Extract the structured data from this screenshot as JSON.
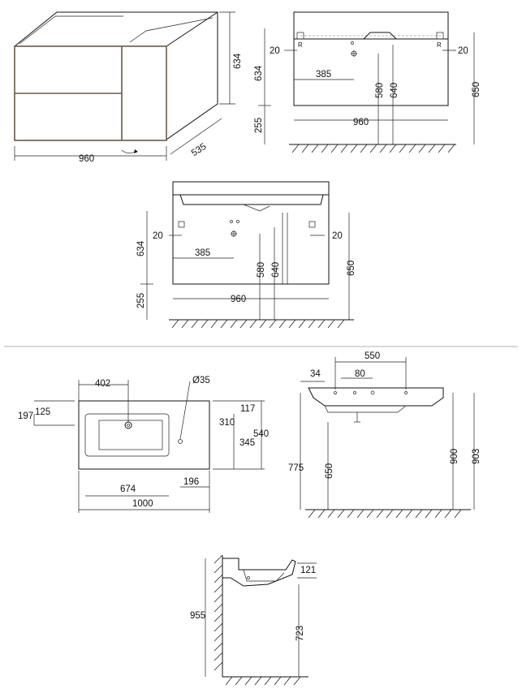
{
  "cabinet_iso": {
    "width": "960",
    "depth": "535",
    "height": "634"
  },
  "front_view": {
    "dims": {
      "left_offset": "20",
      "right_offset": "20",
      "pipe_offset": "385",
      "height_580": "580",
      "height_640": "640",
      "height_634": "634",
      "height_255": "255",
      "width": "960",
      "overall": "650"
    }
  },
  "front_view_basin": {
    "dims": {
      "left_offset": "20",
      "right_offset": "20",
      "pipe_offset": "385",
      "height_580": "580",
      "height_640": "640",
      "height_634": "634",
      "height_255": "255",
      "width": "960",
      "overall": "650"
    }
  },
  "basin_plan": {
    "dims": {
      "offset_402": "402",
      "hole": "Ø35",
      "d125": "125",
      "d197": "197",
      "d117": "117",
      "d310": "310",
      "d345": "345",
      "d540": "540",
      "d674": "674",
      "d196": "196",
      "d1000": "1000"
    }
  },
  "basin_elevation": {
    "dims": {
      "d550": "550",
      "d34": "34",
      "d80": "80",
      "d775": "775",
      "d650": "650",
      "d900": "900",
      "d903": "903"
    }
  },
  "basin_side": {
    "dims": {
      "d121": "121",
      "d955": "955",
      "d723": "723"
    }
  },
  "colors": {
    "line": "#111111",
    "cabinet_edge": "#6b5a48",
    "separator": "#9a9a9a"
  }
}
